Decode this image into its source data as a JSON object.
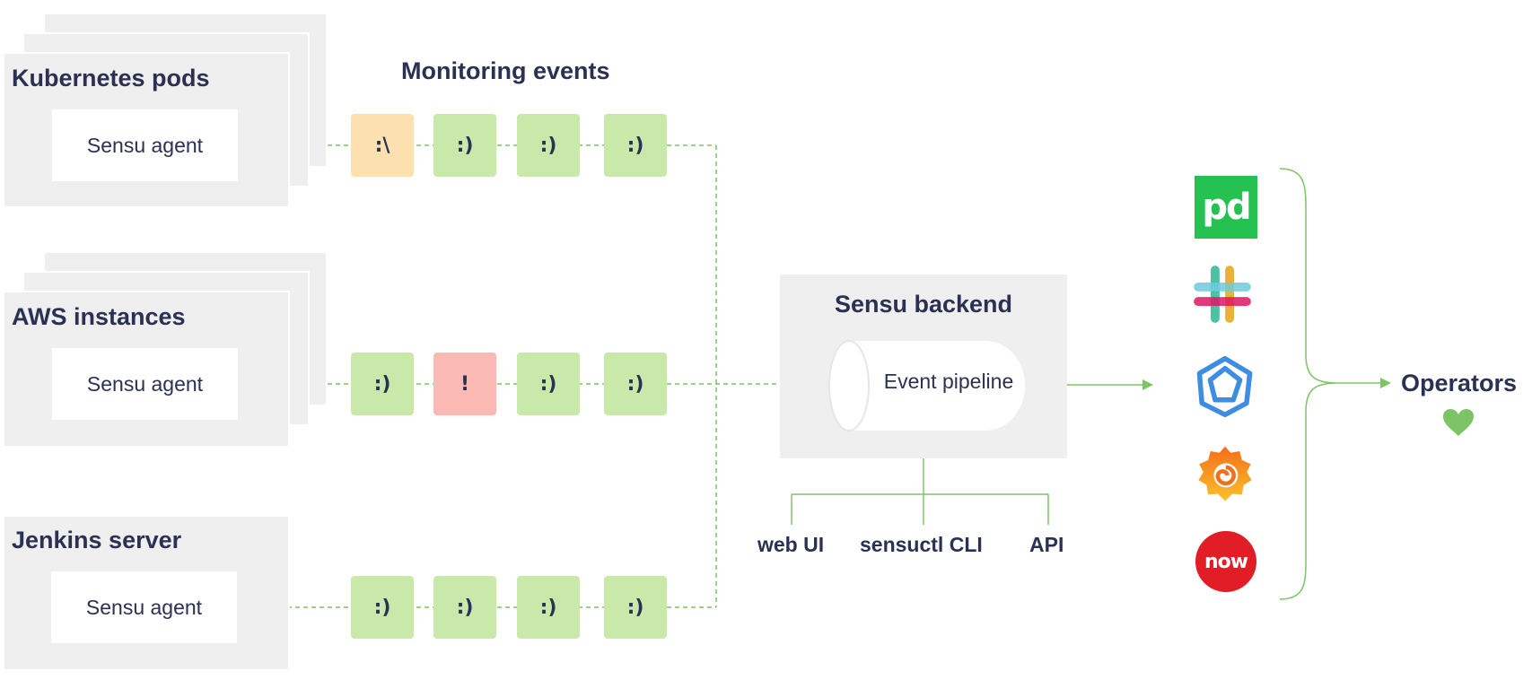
{
  "heading": "Monitoring events",
  "groups": [
    {
      "title": "Kubernetes pods",
      "agent": "Sensu agent",
      "events": [
        ":\\",
        ":)",
        ":)",
        ":)"
      ],
      "statuses": [
        "warning",
        "ok",
        "ok",
        "ok"
      ]
    },
    {
      "title": "AWS instances",
      "agent": "Sensu agent",
      "events": [
        ":)",
        "!",
        ":)",
        ":)"
      ],
      "statuses": [
        "ok",
        "critical",
        "ok",
        "ok"
      ]
    },
    {
      "title": "Jenkins server",
      "agent": "Sensu agent",
      "events": [
        ":)",
        ":)",
        ":)",
        ":)"
      ],
      "statuses": [
        "ok",
        "ok",
        "ok",
        "ok"
      ]
    }
  ],
  "backend": {
    "title": "Sensu backend",
    "pipeline": "Event pipeline",
    "interfaces": [
      "web UI",
      "sensuctl CLI",
      "API"
    ]
  },
  "integrations": [
    {
      "icon": "pagerduty-icon",
      "label": "pd",
      "color": "#25c151"
    },
    {
      "icon": "slack-icon"
    },
    {
      "icon": "polyhedron-icon",
      "color": "#3f8de3"
    },
    {
      "icon": "grafana-icon",
      "color": "#f46d1b"
    },
    {
      "icon": "servicenow-icon",
      "label": "now",
      "color": "#e11d26"
    }
  ],
  "operators": {
    "label": "Operators",
    "icon": "heart-icon"
  },
  "colors": {
    "ok": "#c9e9ab",
    "warning": "#fde0b0",
    "critical": "#fbb9b3",
    "connector": "#7cc464",
    "text": "#2a3152",
    "panel": "#efefef"
  }
}
